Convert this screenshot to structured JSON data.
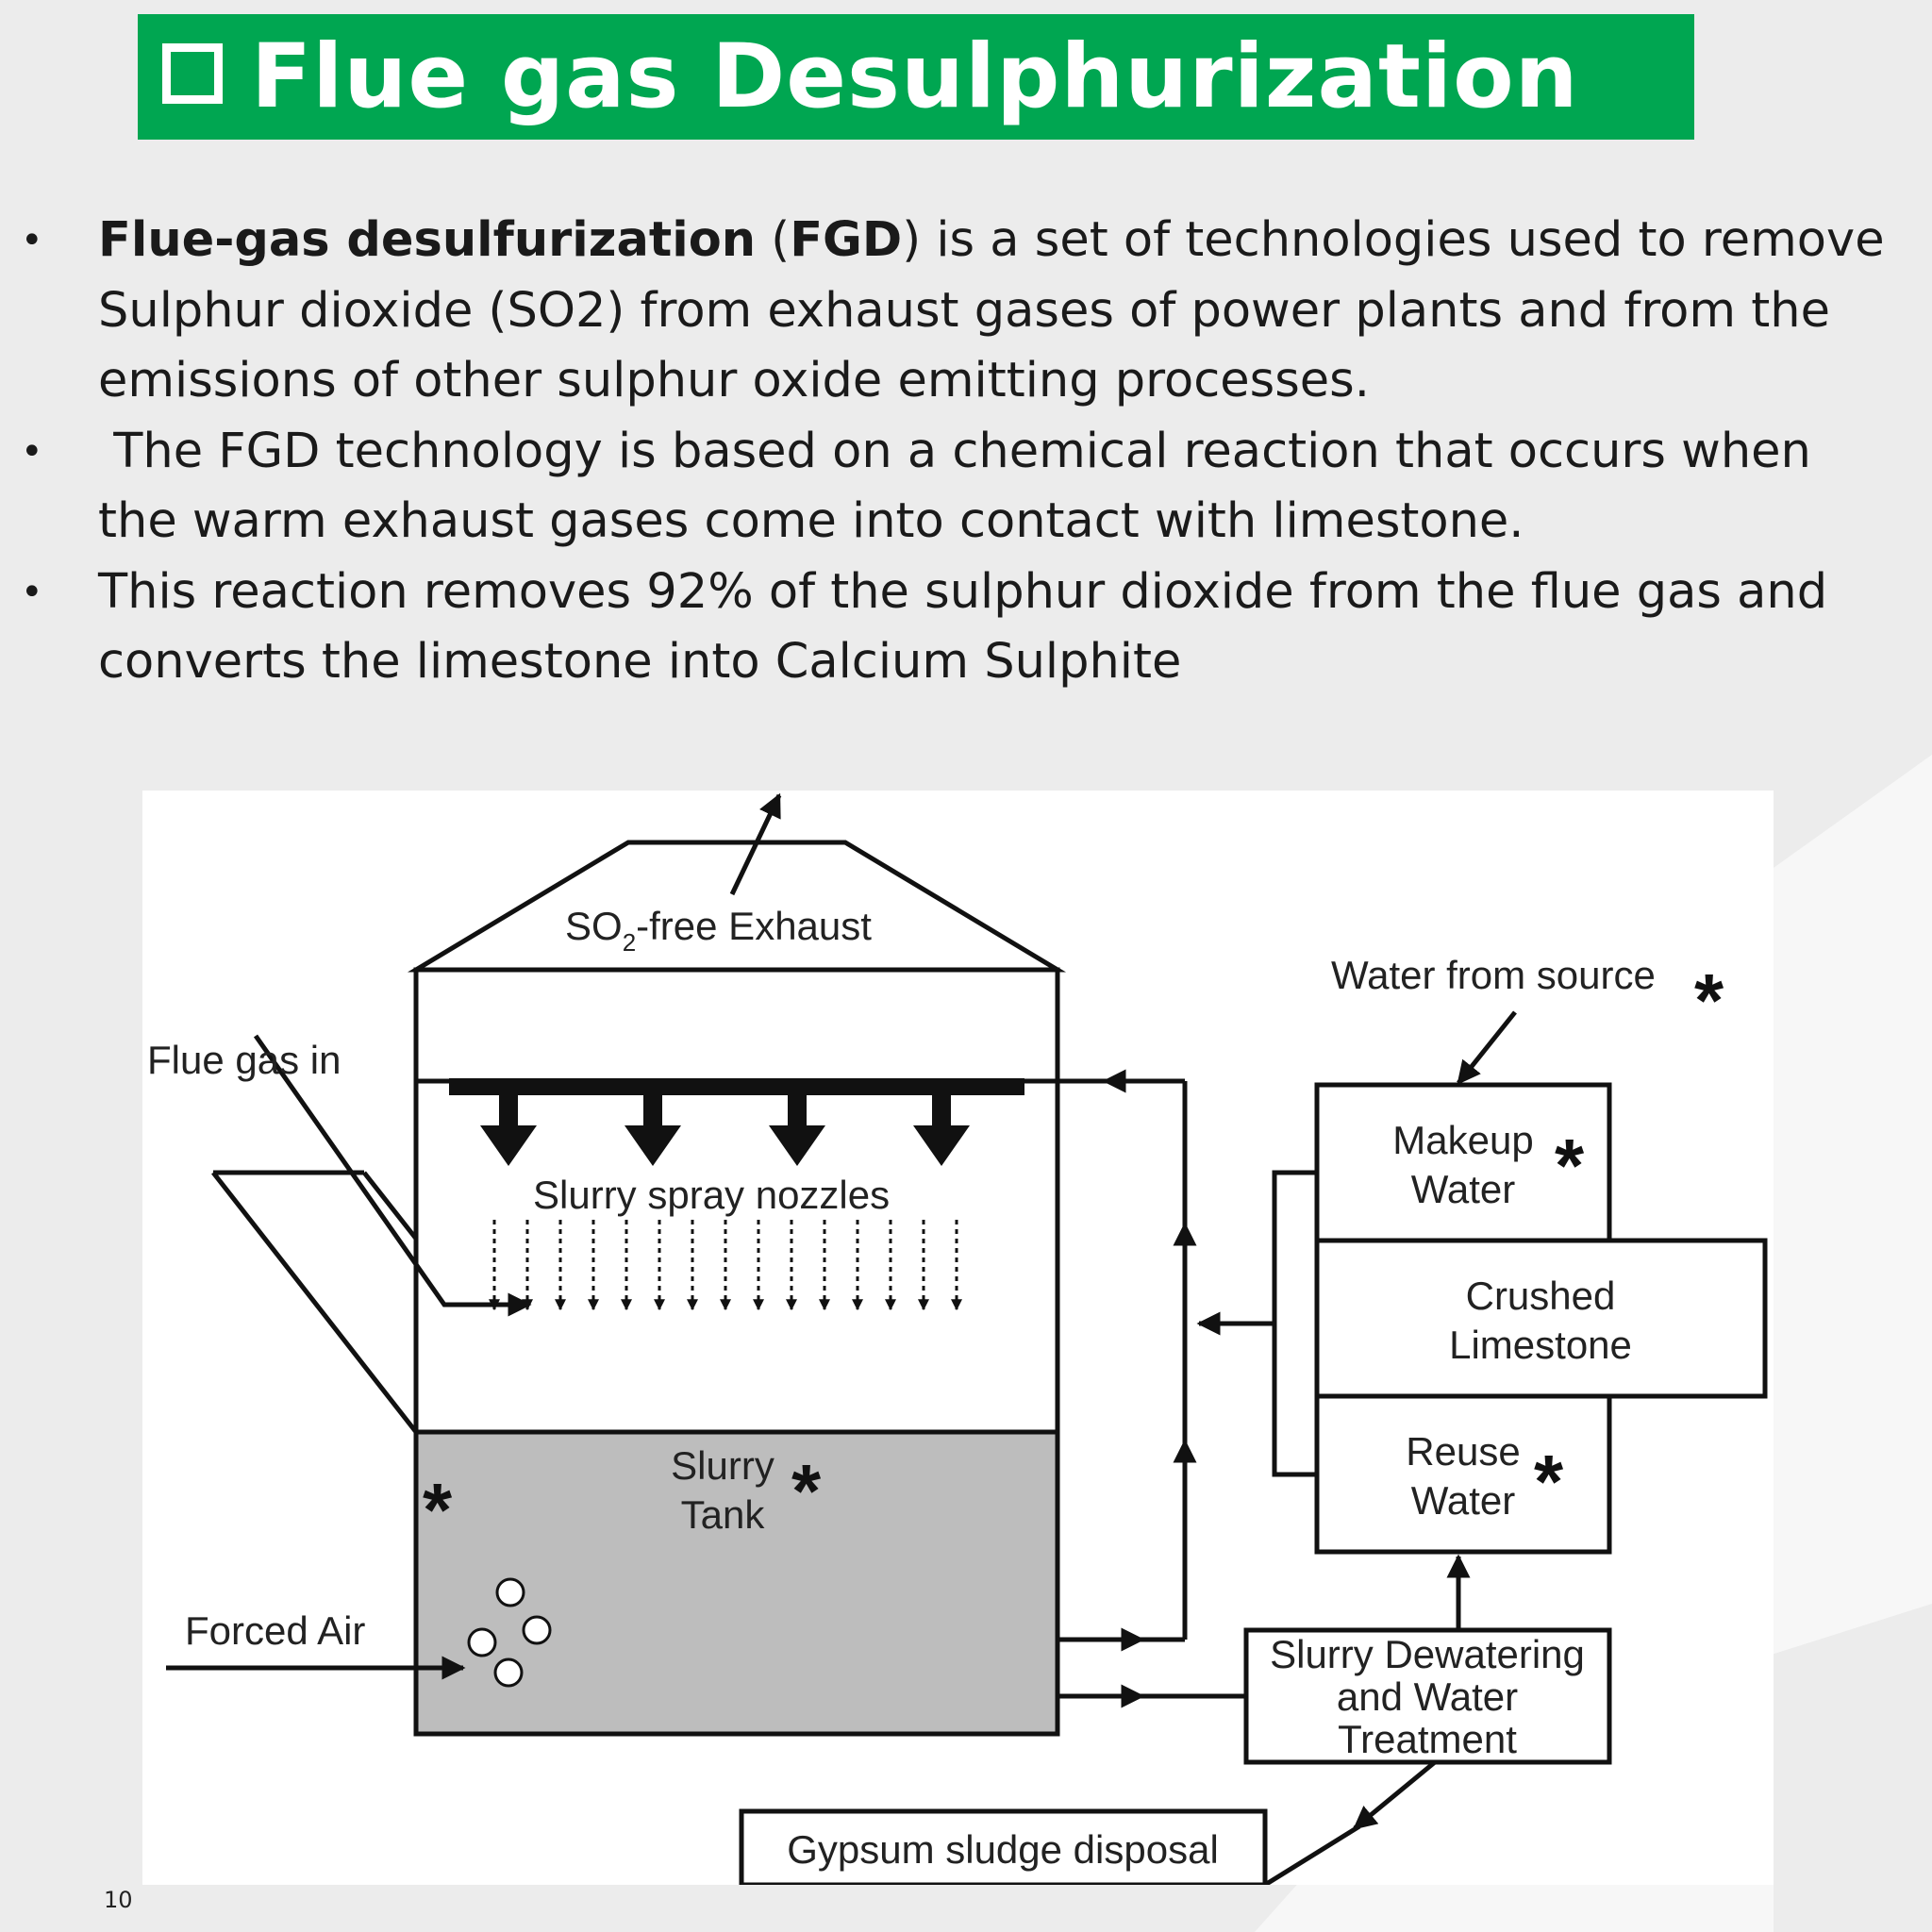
{
  "slide": {
    "title": "Flue gas Desulphurization",
    "page_number": "10",
    "colors": {
      "title_bar": "#00a651",
      "background": "#ececec",
      "text": "#1a1a1a",
      "tank_fill": "#bdbdbd"
    }
  },
  "bullets": [
    {
      "segments": [
        {
          "text": "Flue-gas desulfurization",
          "bold": true
        },
        {
          "text": " (",
          "bold": false
        },
        {
          "text": "FGD",
          "bold": true
        },
        {
          "text": ") is a set of technologies used to remove",
          "bold": false
        }
      ],
      "lines": [
        "Sulphur dioxide (SO2) from exhaust gases of power plants and from the",
        "emissions of other sulphur oxide emitting processes."
      ]
    },
    {
      "lines": [
        " The FGD technology is based on a chemical reaction that occurs when",
        "the warm exhaust gases come into contact with limestone."
      ]
    },
    {
      "lines": [
        "This reaction removes 92% of the sulphur dioxide from the flue gas and",
        "converts the limestone into Calcium Sulphite"
      ]
    }
  ],
  "diagram": {
    "labels": {
      "so2_free_exhaust_prefix": "SO",
      "so2_free_exhaust_sub": "2",
      "so2_free_exhaust_suffix": "-free Exhaust",
      "flue_gas_in": "Flue gas in",
      "slurry_spray_nozzles": "Slurry spray nozzles",
      "slurry_tank_line1": "Slurry",
      "slurry_tank_line2": "Tank",
      "forced_air": "Forced Air",
      "water_from_source": "Water from source",
      "makeup_water_line1": "Makeup",
      "makeup_water_line2": "Water",
      "crushed_limestone_line1": "Crushed",
      "crushed_limestone_line2": "Limestone",
      "reuse_water_line1": "Reuse",
      "reuse_water_line2": "Water",
      "dewatering_line1": "Slurry Dewatering",
      "dewatering_line2": "and Water",
      "dewatering_line3": "Treatment",
      "gypsum_sludge_disposal": "Gypsum sludge disposal",
      "asterisk": "*"
    }
  }
}
